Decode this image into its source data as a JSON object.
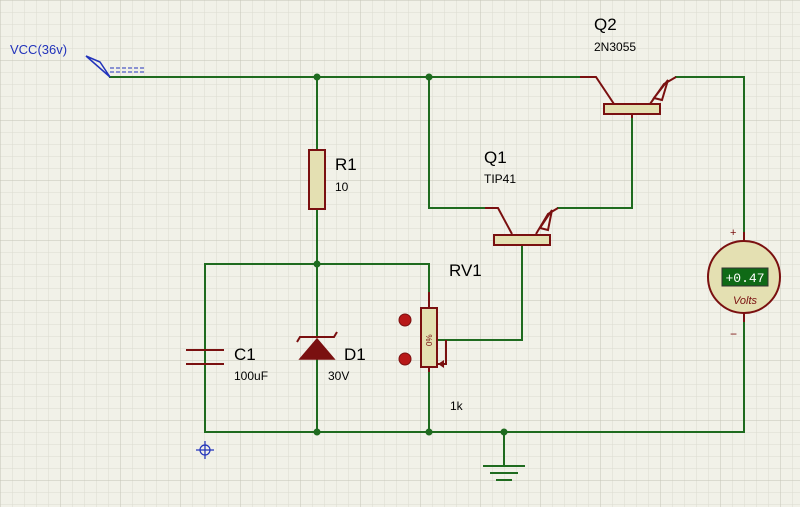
{
  "schematic": {
    "power_label": "VCC(36v)",
    "components": {
      "q2": {
        "ref": "Q2",
        "value": "2N3055"
      },
      "q1": {
        "ref": "Q1",
        "value": "TIP41"
      },
      "r1": {
        "ref": "R1",
        "value": "10"
      },
      "rv1": {
        "ref": "RV1",
        "value": "1k",
        "wiper": "0%"
      },
      "c1": {
        "ref": "C1",
        "value": "100uF"
      },
      "d1": {
        "ref": "D1",
        "value": "30V"
      }
    },
    "voltmeter": {
      "reading": "+0.47",
      "unit": "Volts",
      "plus": "+",
      "minus": "−"
    }
  },
  "colors": {
    "background": "#f1f1e8",
    "grid_minor": "#dcdcd0",
    "grid_major": "#c4c4b6",
    "wire": "#1f6b1f",
    "component": "#7a1010",
    "component_fill": "#e4e0b2",
    "power_label": "#2233bb",
    "display": "#0f6a16",
    "display_text": "#ffffff"
  }
}
